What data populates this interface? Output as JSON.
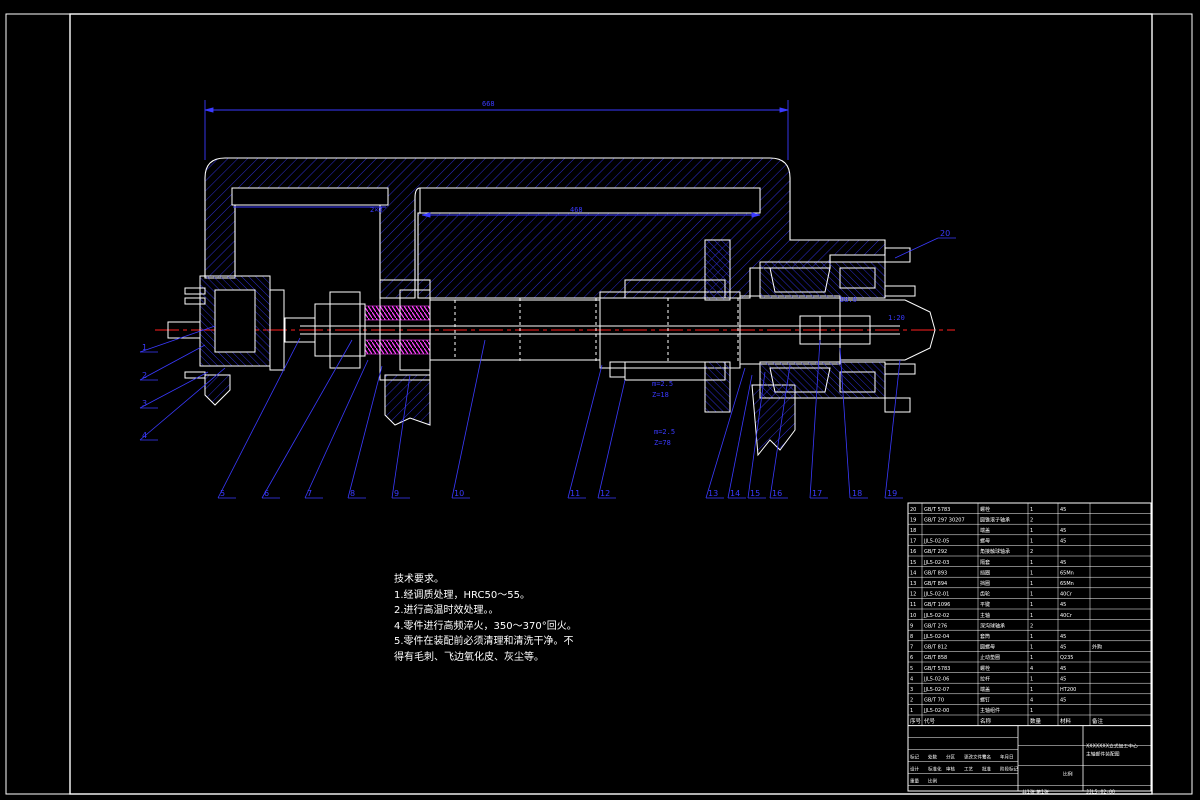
{
  "drawing": {
    "dimensions": {
      "overall_length": "668",
      "upper_left": "2×Ø",
      "upper_inner": "468",
      "right_gauge_a": "Ø8.0",
      "right_gauge_b": "1:20"
    },
    "fits": {
      "upper": [
        "m=2.5",
        "Z=18"
      ],
      "lower": [
        "m=2.5",
        "Z=78"
      ]
    },
    "balloons": [
      "1",
      "2",
      "3",
      "4",
      "5",
      "6",
      "7",
      "8",
      "9",
      "10",
      "11",
      "12",
      "13",
      "14",
      "15",
      "16",
      "17",
      "18",
      "19",
      "20"
    ]
  },
  "tech_notes": {
    "title": "技术要求。",
    "lines": [
      "1.经调质处理，HRC50～55。",
      "2.进行高温时效处理。。",
      "4.零件进行高频淬火，350～370°回火。",
      "5.零件在装配前必须清理和清洗干净。不",
      "得有毛刺、飞边氧化皮、灰尘等。"
    ]
  },
  "bom": {
    "rows": [
      [
        "20",
        "GB/T 5783",
        "螺栓",
        "1",
        "45",
        ""
      ],
      [
        "19",
        "GB/T 297 30207",
        "圆锥滚子轴承",
        "2",
        "",
        ""
      ],
      [
        "18",
        "",
        "端盖",
        "1",
        "45",
        ""
      ],
      [
        "17",
        "JJL5-02-05",
        "螺母",
        "1",
        "45",
        ""
      ],
      [
        "16",
        "GB/T 292",
        "角接触球轴承",
        "2",
        "",
        ""
      ],
      [
        "15",
        "JJL5-02-03",
        "隔套",
        "1",
        "45",
        ""
      ],
      [
        "14",
        "GB/T 893",
        "挡圈",
        "1",
        "65Mn",
        ""
      ],
      [
        "13",
        "GB/T 894",
        "挡圈",
        "1",
        "65Mn",
        ""
      ],
      [
        "12",
        "JJL5-02-01",
        "齿轮",
        "1",
        "40Cr",
        ""
      ],
      [
        "11",
        "GB/T 1096",
        "平键",
        "1",
        "45",
        ""
      ],
      [
        "10",
        "JJL5-02-02",
        "主轴",
        "1",
        "40Cr",
        ""
      ],
      [
        "9",
        "GB/T 276",
        "深沟球轴承",
        "2",
        "",
        ""
      ],
      [
        "8",
        "JJL5-02-04",
        "套筒",
        "1",
        "45",
        ""
      ],
      [
        "7",
        "GB/T 812",
        "圆螺母",
        "1",
        "45",
        "外购"
      ],
      [
        "6",
        "GB/T 858",
        "止动垫圈",
        "1",
        "Q235",
        ""
      ],
      [
        "5",
        "GB/T 5783",
        "螺栓",
        "4",
        "45",
        ""
      ],
      [
        "4",
        "JJL5-02-06",
        "拉杆",
        "1",
        "45",
        ""
      ],
      [
        "3",
        "JJL5-02-07",
        "端盖",
        "1",
        "HT200",
        ""
      ],
      [
        "2",
        "GB/T 70",
        "螺钉",
        "4",
        "45",
        ""
      ],
      [
        "1",
        "JJL5-02-00",
        "主轴组件",
        "1",
        "",
        ""
      ]
    ],
    "header": [
      "序号",
      "代号",
      "名称",
      "数量",
      "材料",
      "备注"
    ],
    "title_block": {
      "title_line1": "XXXXXXX立式加工中心",
      "title_line2": "主轴部件装配图",
      "drawing_no": "JJL5-02-00",
      "scale_label": "比例",
      "sheet": "共1张 第1张",
      "labels": [
        "标记",
        "处数",
        "分区",
        "更改文件号",
        "签名",
        "年月日",
        "设计",
        "标准化",
        "审核",
        "工艺",
        "批准",
        "阶段标记",
        "重量",
        "比例"
      ]
    }
  },
  "colors": {
    "background": "#000000",
    "outline": "#ffffff",
    "dimension": "#3a3aff",
    "hatch": "#2d2dcc",
    "centerline": "#ff2020",
    "spring": "#ff40ff"
  }
}
